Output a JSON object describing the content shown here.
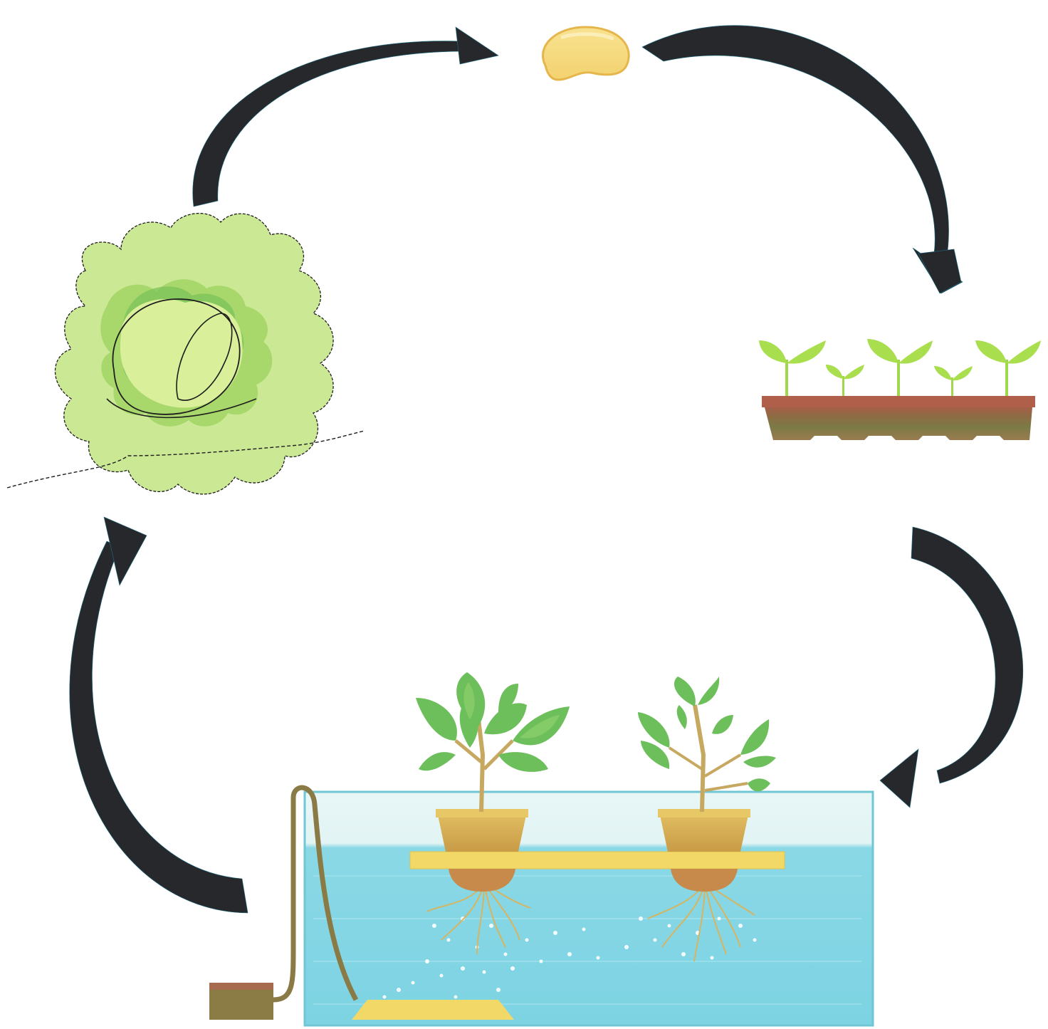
{
  "diagram": {
    "type": "cycle",
    "stages": [
      {
        "id": "seed",
        "icon": "seed-icon"
      },
      {
        "id": "seedlings",
        "icon": "seedling-tray-icon"
      },
      {
        "id": "hydroponic-growth",
        "icon": "hydroponic-tank-icon"
      },
      {
        "id": "mature-lettuce",
        "icon": "lettuce-icon"
      }
    ],
    "colors": {
      "arrow": "#26282b",
      "leaf_light": "#c5e58f",
      "leaf_mid": "#8fcf64",
      "leaf_dark": "#5bb552",
      "seed": "#f7dc86",
      "soil": "#8a6e45",
      "tray_rim": "#b0604a",
      "water": "#7fd6e4",
      "water_top": "#dff2f3",
      "raft": "#f1d867",
      "pot": "#d9b257"
    }
  }
}
